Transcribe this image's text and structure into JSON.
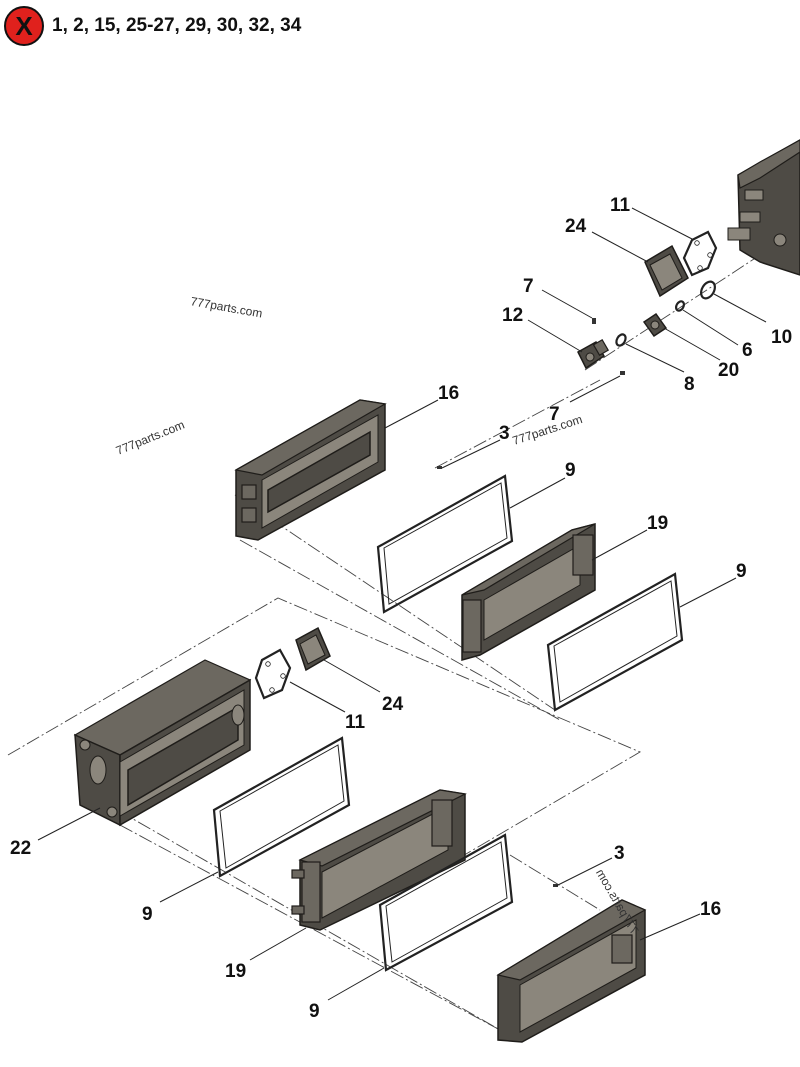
{
  "header": {
    "badge_symbol": "X",
    "excluded_parts": "1, 2, 15, 25-27, 29, 30, 32, 34",
    "badge_color": "#e0211d"
  },
  "watermarks": [
    "777parts.com",
    "777parts.com",
    "777parts.com",
    "777parts.com"
  ],
  "callouts": [
    "11",
    "24",
    "7",
    "12",
    "6",
    "10",
    "20",
    "8",
    "7",
    "16",
    "3",
    "9",
    "19",
    "9",
    "24",
    "11",
    "22",
    "9",
    "19",
    "3",
    "16",
    "9"
  ],
  "colors": {
    "part_fill": "#4e4b45",
    "part_highlight": "#8b867c",
    "line": "#222222"
  }
}
